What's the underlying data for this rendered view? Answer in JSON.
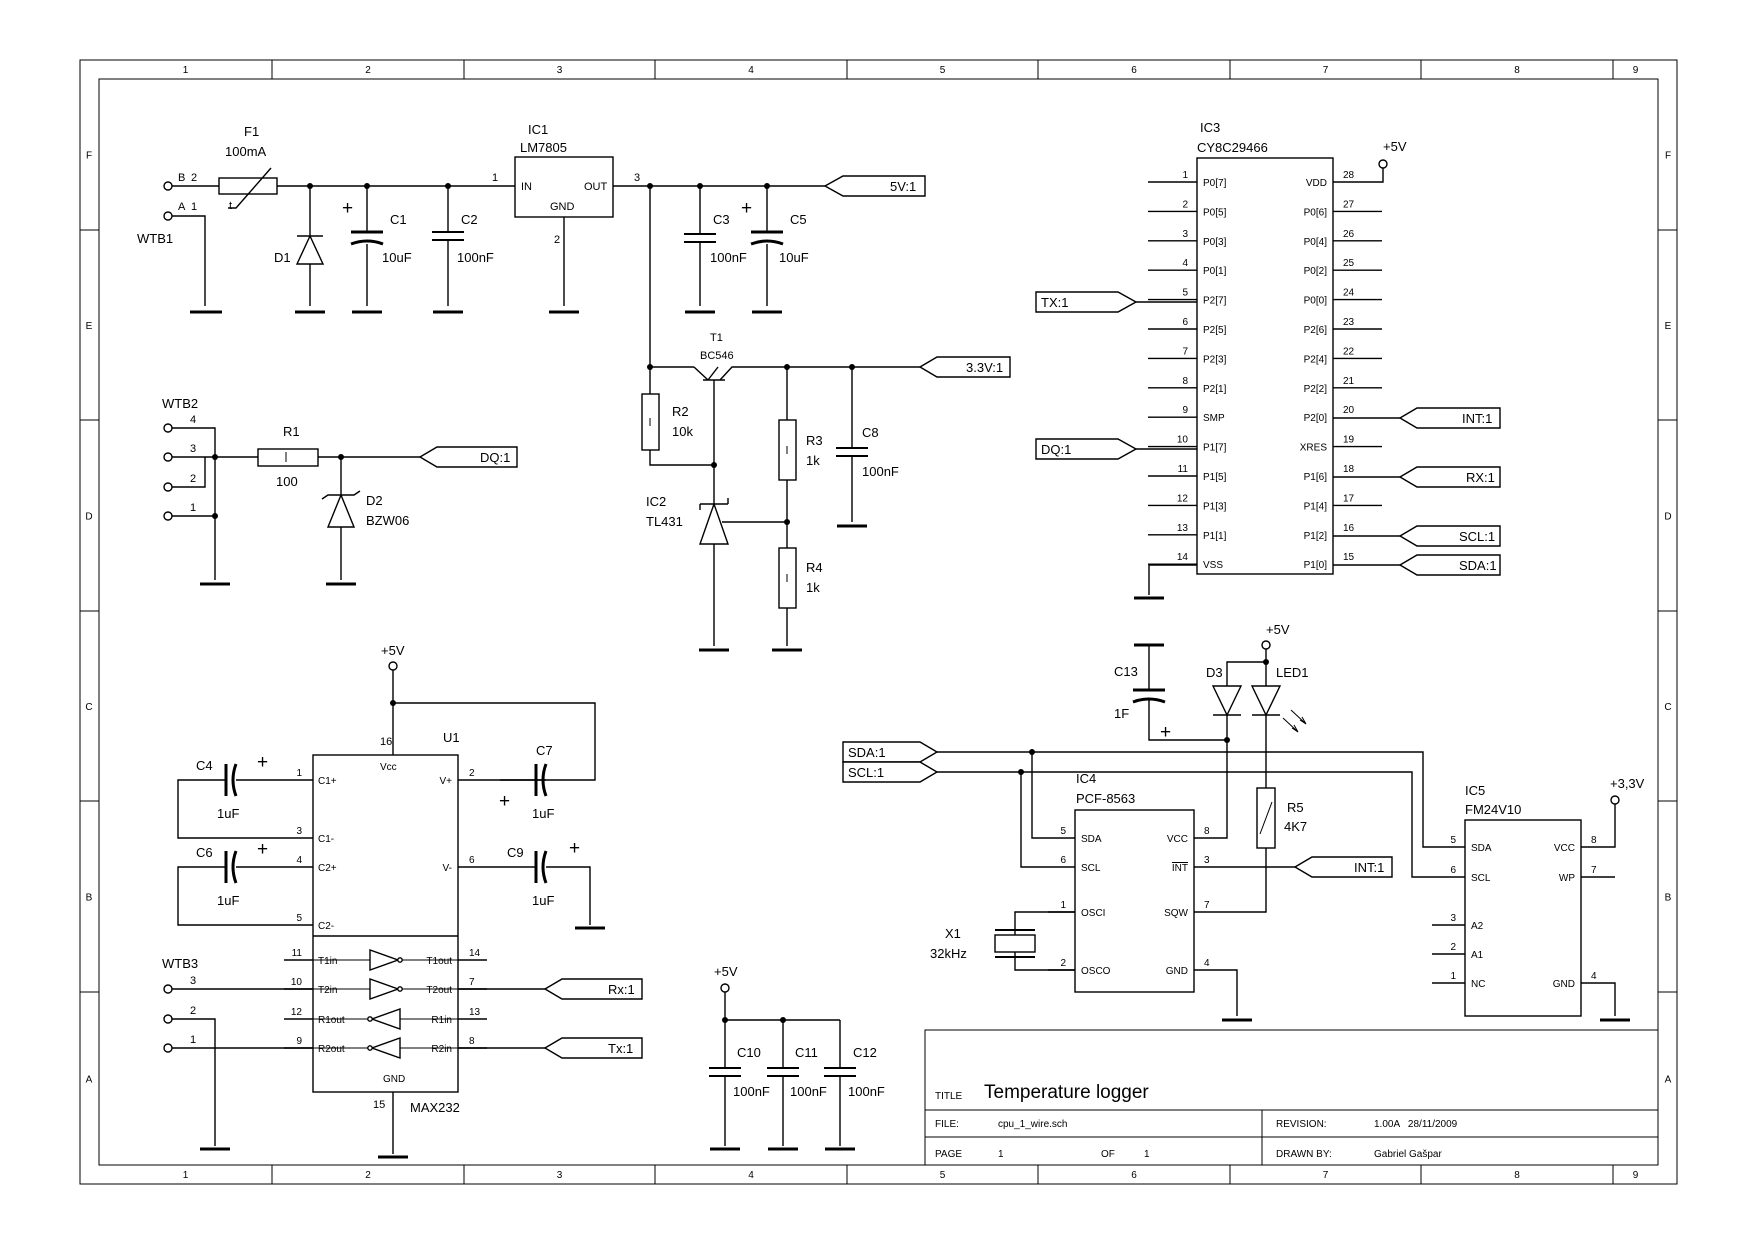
{
  "frame": {
    "columns": [
      "1",
      "2",
      "3",
      "4",
      "5",
      "6",
      "7",
      "8",
      "9"
    ],
    "rows": [
      "F",
      "E",
      "D",
      "C",
      "B",
      "A"
    ]
  },
  "title_block": {
    "title_label": "TITLE",
    "title": "Temperature logger",
    "file_label": "FILE:",
    "file": "cpu_1_wire.sch",
    "revision_label": "REVISION:",
    "revision": "1.00A   28/11/2009",
    "page_label": "PAGE",
    "page": "1",
    "of_label": "OF",
    "of": "1",
    "drawn_by_label": "DRAWN BY:",
    "drawn_by": "Gabriel Gašpar"
  },
  "power_supply": {
    "wtb1": {
      "ref": "WTB1",
      "pin_b": "B",
      "pin_b_num": "2",
      "pin_a": "A",
      "pin_a_num": "1"
    },
    "f1": {
      "ref": "F1",
      "value": "100mA",
      "temp": "t"
    },
    "d1": {
      "ref": "D1"
    },
    "c1": {
      "ref": "C1",
      "value": "10uF",
      "pol": "+"
    },
    "c2": {
      "ref": "C2",
      "value": "100nF"
    },
    "ic1": {
      "ref": "IC1",
      "part": "LM7805",
      "in": "IN",
      "out": "OUT",
      "gnd": "GND",
      "pin_in": "1",
      "pin_out": "3",
      "pin_gnd": "2"
    },
    "c3": {
      "ref": "C3",
      "value": "100nF"
    },
    "c5": {
      "ref": "C5",
      "value": "10uF",
      "pol": "+"
    },
    "net_5v": "5V:1"
  },
  "regulator_3v3": {
    "t1": {
      "ref": "T1",
      "part": "BC546"
    },
    "r2": {
      "ref": "R2",
      "value": "10k"
    },
    "ic2": {
      "ref": "IC2",
      "part": "TL431"
    },
    "r3": {
      "ref": "R3",
      "value": "1k"
    },
    "r4": {
      "ref": "R4",
      "value": "1k"
    },
    "c8": {
      "ref": "C8",
      "value": "100nF"
    },
    "net_3v3": "3.3V:1"
  },
  "sensor_input": {
    "wtb2": {
      "ref": "WTB2",
      "pins": [
        "4",
        "3",
        "2",
        "1"
      ]
    },
    "r1": {
      "ref": "R1",
      "value": "100"
    },
    "d2": {
      "ref": "D2",
      "part": "BZW06"
    },
    "net_dq": "DQ:1"
  },
  "mcu": {
    "ref": "IC3",
    "part": "CY8C29466",
    "supply": "+5V",
    "left_pins": [
      {
        "num": "1",
        "name": "P0[7]"
      },
      {
        "num": "2",
        "name": "P0[5]"
      },
      {
        "num": "3",
        "name": "P0[3]"
      },
      {
        "num": "4",
        "name": "P0[1]"
      },
      {
        "num": "5",
        "name": "P2[7]"
      },
      {
        "num": "6",
        "name": "P2[5]"
      },
      {
        "num": "7",
        "name": "P2[3]"
      },
      {
        "num": "8",
        "name": "P2[1]"
      },
      {
        "num": "9",
        "name": "SMP"
      },
      {
        "num": "10",
        "name": "P1[7]"
      },
      {
        "num": "11",
        "name": "P1[5]"
      },
      {
        "num": "12",
        "name": "P1[3]"
      },
      {
        "num": "13",
        "name": "P1[1]"
      },
      {
        "num": "14",
        "name": "VSS"
      }
    ],
    "right_pins": [
      {
        "num": "28",
        "name": "VDD"
      },
      {
        "num": "27",
        "name": "P0[6]"
      },
      {
        "num": "26",
        "name": "P0[4]"
      },
      {
        "num": "25",
        "name": "P0[2]"
      },
      {
        "num": "24",
        "name": "P0[0]"
      },
      {
        "num": "23",
        "name": "P2[6]"
      },
      {
        "num": "22",
        "name": "P2[4]"
      },
      {
        "num": "21",
        "name": "P2[2]"
      },
      {
        "num": "20",
        "name": "P2[0]"
      },
      {
        "num": "19",
        "name": "XRES"
      },
      {
        "num": "18",
        "name": "P1[6]"
      },
      {
        "num": "17",
        "name": "P1[4]"
      },
      {
        "num": "16",
        "name": "P1[2]"
      },
      {
        "num": "15",
        "name": "P1[0]"
      }
    ],
    "net_tx": "TX:1",
    "net_dq": "DQ:1",
    "net_int": "INT:1",
    "net_rx": "RX:1",
    "net_scl": "SCL:1",
    "net_sda": "SDA:1"
  },
  "rs232": {
    "ref": "U1",
    "part": "MAX232",
    "supply": "+5V",
    "vcc": "Vcc",
    "vcc_pin": "16",
    "gnd": "GND",
    "gnd_pin": "15",
    "pins_left": [
      {
        "num": "1",
        "name": "C1+"
      },
      {
        "num": "3",
        "name": "C1-"
      },
      {
        "num": "4",
        "name": "C2+"
      },
      {
        "num": "5",
        "name": "C2-"
      }
    ],
    "pins_right": [
      {
        "num": "2",
        "name": "V+"
      },
      {
        "num": "6",
        "name": "V-"
      }
    ],
    "drivers": [
      {
        "in_num": "11",
        "in": "T1in",
        "out": "T1out",
        "out_num": "14"
      },
      {
        "in_num": "10",
        "in": "T2in",
        "out": "T2out",
        "out_num": "7"
      },
      {
        "in_num": "12",
        "in": "R1out",
        "out": "R1in",
        "out_num": "13"
      },
      {
        "in_num": "9",
        "in": "R2out",
        "out": "R2in",
        "out_num": "8"
      }
    ],
    "c4": {
      "ref": "C4",
      "value": "1uF",
      "pol": "+"
    },
    "c6": {
      "ref": "C6",
      "value": "1uF",
      "pol": "+"
    },
    "c7": {
      "ref": "C7",
      "value": "1uF",
      "pol": "+"
    },
    "c9": {
      "ref": "C9",
      "value": "1uF",
      "pol": "+"
    },
    "wtb3": {
      "ref": "WTB3",
      "pins": [
        "3",
        "2",
        "1"
      ]
    },
    "net_rx": "Rx:1",
    "net_tx": "Tx:1"
  },
  "decoupling": {
    "supply": "+5V",
    "c10": {
      "ref": "C10",
      "value": "100nF"
    },
    "c11": {
      "ref": "C11",
      "value": "100nF"
    },
    "c12": {
      "ref": "C12",
      "value": "100nF"
    }
  },
  "rtc": {
    "ref": "IC4",
    "part": "PCF-8563",
    "supply": "+5V",
    "left_pins": [
      {
        "num": "5",
        "name": "SDA"
      },
      {
        "num": "6",
        "name": "SCL"
      },
      {
        "num": "1",
        "name": "OSCI"
      },
      {
        "num": "2",
        "name": "OSCO"
      }
    ],
    "right_pins": [
      {
        "num": "8",
        "name": "VCC"
      },
      {
        "num": "3",
        "name": "INT"
      },
      {
        "num": "7",
        "name": "SQW"
      },
      {
        "num": "4",
        "name": "GND"
      }
    ],
    "c13": {
      "ref": "C13",
      "value": "1F",
      "pol": "+"
    },
    "d3": {
      "ref": "D3"
    },
    "led1": {
      "ref": "LED1"
    },
    "r5": {
      "ref": "R5",
      "value": "4K7"
    },
    "x1": {
      "ref": "X1",
      "value": "32kHz"
    },
    "net_sda": "SDA:1",
    "net_scl": "SCL:1",
    "net_int": "INT:1"
  },
  "eeprom": {
    "ref": "IC5",
    "part": "FM24V10",
    "supply": "+3,3V",
    "left_pins": [
      {
        "num": "5",
        "name": "SDA"
      },
      {
        "num": "6",
        "name": "SCL"
      },
      {
        "num": "3",
        "name": "A2"
      },
      {
        "num": "2",
        "name": "A1"
      },
      {
        "num": "1",
        "name": "NC"
      }
    ],
    "right_pins": [
      {
        "num": "8",
        "name": "VCC"
      },
      {
        "num": "7",
        "name": "WP"
      },
      {
        "num": "4",
        "name": "GND"
      }
    ]
  }
}
